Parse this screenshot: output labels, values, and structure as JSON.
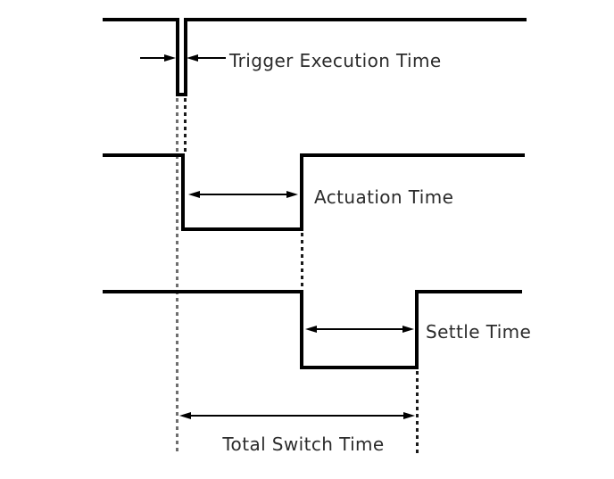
{
  "labels": {
    "trigger": "Trigger Execution Time",
    "actuation": "Actuation Time",
    "settle": "Settle Time",
    "total": "Total Switch Time"
  },
  "colors": {
    "background": "#ffffff",
    "line": "#000000",
    "text": "#2b2b2b",
    "guide_gray": "#6e6e6e",
    "guide_dark": "#1a1a1a"
  }
}
